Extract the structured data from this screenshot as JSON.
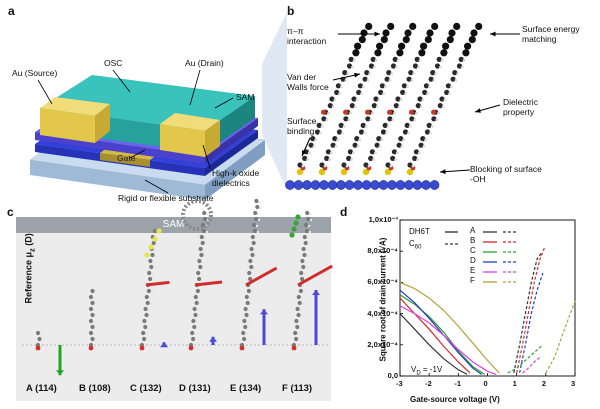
{
  "panels": {
    "a": {
      "letter": "a",
      "labels": {
        "source": "Au (Source)",
        "osc": "OSC",
        "drain": "Au (Drain)",
        "sam": "SAM",
        "gate": "Gate",
        "dielectric": "High-k oxide dielectrics",
        "substrate": "Rigid or flexible substrate"
      }
    },
    "b": {
      "letter": "b",
      "labels": {
        "pi": "π–π interaction",
        "vdw": "Van der Walls force",
        "binding": "Surface binding",
        "energy": "Surface energy matching",
        "dielectric": "Dielectric property",
        "blocking": "Blocking of surface -OH"
      }
    },
    "c": {
      "letter": "c",
      "banner": "SAM",
      "ylabel": "Reference μ",
      "ylabel_sub": "z",
      "ylabel_unit": "(D)",
      "molecules": [
        {
          "label": "A (114)",
          "moment": -0.55
        },
        {
          "label": "B (108)",
          "moment": 0.0
        },
        {
          "label": "C (132)",
          "moment": 0.05
        },
        {
          "label": "D (131)",
          "moment": 0.15
        },
        {
          "label": "E (134)",
          "moment": 0.65
        },
        {
          "label": "F (113)",
          "moment": 1.0
        }
      ]
    },
    "d": {
      "letter": "d",
      "annotation": "V",
      "annotation_sub": "D",
      "annotation_value": " = -1V",
      "legend_dh6t": "DH6T",
      "legend_c60": "C",
      "legend_c60_sub": "60"
    }
  },
  "chart_data": {
    "type": "line",
    "xlabel": "Gate-source voltage (V)",
    "ylabel": "Square root of drain current (√A)",
    "xlim": [
      -3,
      3
    ],
    "ylim": [
      0,
      0.001
    ],
    "xticks": [
      "-3",
      "-2",
      "-1",
      "0",
      "1",
      "2",
      "3"
    ],
    "yticks": [
      "0,0",
      "2,0x10⁻⁴",
      "4,0x10⁻⁴",
      "6,0x10⁻⁴",
      "8,0x10⁻⁴",
      "1,0x10⁻³"
    ],
    "legend_columns": [
      "DH6T",
      "C60"
    ],
    "series": [
      {
        "name": "A",
        "color": "#333333",
        "dh6t": [
          [
            -3,
            0.0004
          ],
          [
            -2.5,
            0.0003
          ],
          [
            -2,
            0.0002
          ],
          [
            -1.5,
            0.00011
          ],
          [
            -1,
            4e-05
          ],
          [
            -0.7,
            1e-05
          ]
        ],
        "c60": [
          [
            0.9,
            2e-05
          ],
          [
            1.1,
            0.0002
          ],
          [
            1.3,
            0.0004
          ],
          [
            1.5,
            0.0006
          ],
          [
            1.7,
            0.00075
          ],
          [
            1.85,
            0.00079
          ]
        ]
      },
      {
        "name": "B",
        "color": "#d62728",
        "dh6t": [
          [
            -3,
            0.0005
          ],
          [
            -2.5,
            0.0004
          ],
          [
            -2,
            0.0003
          ],
          [
            -1.5,
            0.00019
          ],
          [
            -1,
            9e-05
          ],
          [
            -0.6,
            2e-05
          ]
        ],
        "c60": [
          [
            1.0,
            2e-05
          ],
          [
            1.2,
            0.0002
          ],
          [
            1.4,
            0.0004
          ],
          [
            1.6,
            0.0006
          ],
          [
            1.8,
            0.00075
          ],
          [
            1.95,
            0.00082
          ]
        ]
      },
      {
        "name": "C",
        "color": "#2ca02c",
        "dh6t": [
          [
            -3,
            0.00052
          ],
          [
            -2.5,
            0.00046
          ],
          [
            -2,
            0.00038
          ],
          [
            -1.5,
            0.00028
          ],
          [
            -1,
            0.00016
          ],
          [
            -0.5,
            6e-05
          ],
          [
            -0.1,
            1e-05
          ]
        ],
        "c60": [
          [
            0.7,
            2e-05
          ],
          [
            1.0,
            5e-05
          ],
          [
            1.3,
            0.0001
          ],
          [
            1.6,
            0.00015
          ],
          [
            1.9,
            0.0002
          ]
        ]
      },
      {
        "name": "D",
        "color": "#1f3fbf",
        "dh6t": [
          [
            -3,
            0.00055
          ],
          [
            -2.5,
            0.00047
          ],
          [
            -2,
            0.00037
          ],
          [
            -1.5,
            0.00026
          ],
          [
            -1,
            0.00015
          ],
          [
            -0.5,
            5e-05
          ],
          [
            -0.2,
            1e-05
          ]
        ],
        "c60": [
          [
            1.1,
            2e-05
          ],
          [
            1.3,
            0.0002
          ],
          [
            1.5,
            0.0004
          ],
          [
            1.7,
            0.00055
          ],
          [
            1.9,
            0.00066
          ]
        ]
      },
      {
        "name": "E",
        "color": "#e040e0",
        "dh6t": [
          [
            -3,
            0.00045
          ],
          [
            -2.5,
            0.0004
          ],
          [
            -2,
            0.00034
          ],
          [
            -1.5,
            0.00026
          ],
          [
            -1,
            0.00017
          ],
          [
            -0.5,
            9e-05
          ],
          [
            0,
            3e-05
          ],
          [
            0.3,
            1e-05
          ]
        ],
        "c60": [
          [
            1.2,
            2e-05
          ],
          [
            1.4,
            5e-05
          ],
          [
            1.6,
            9e-05
          ],
          [
            1.8,
            0.00012
          ]
        ]
      },
      {
        "name": "F",
        "color": "#b5a23a",
        "dh6t": [
          [
            -3,
            0.0006
          ],
          [
            -2.5,
            0.00056
          ],
          [
            -2,
            0.0005
          ],
          [
            -1.5,
            0.00042
          ],
          [
            -1,
            0.00032
          ],
          [
            -0.5,
            0.00021
          ],
          [
            0,
            0.0001
          ],
          [
            0.4,
            2e-05
          ]
        ],
        "c60": [
          [
            2.0,
            2e-05
          ],
          [
            2.3,
            0.00012
          ],
          [
            2.6,
            0.00028
          ],
          [
            2.9,
            0.00043
          ],
          [
            3.0,
            0.00048
          ]
        ]
      }
    ]
  },
  "colors": {
    "osc": "#2fb7b1",
    "gold": "#e7c94a",
    "sam": "#3d3de0",
    "dielectric_top": "#1f30d6",
    "substrate": "#a9c4e0",
    "gate": "#c8a83c",
    "atom_oxide": "#3b4bd1"
  }
}
